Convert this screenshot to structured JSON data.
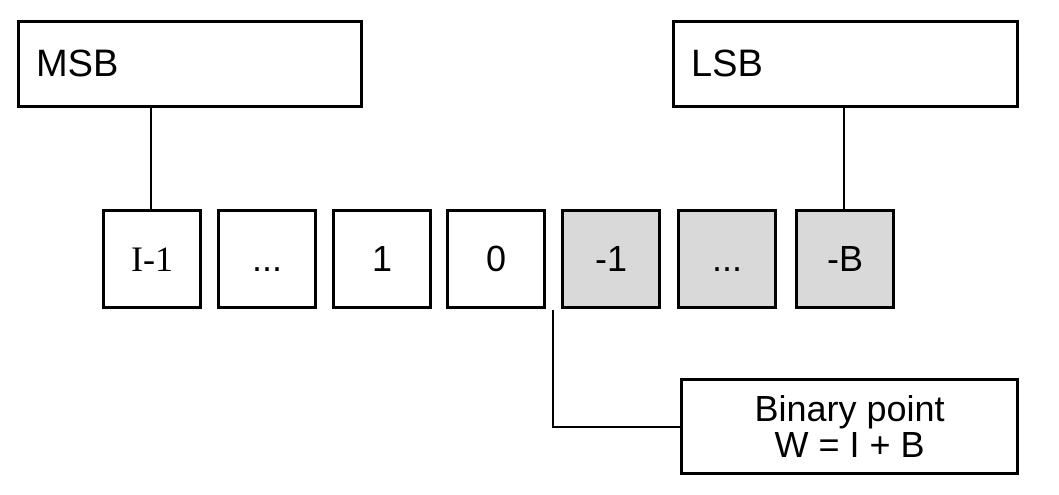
{
  "labels": {
    "msb": "MSB",
    "lsb": "LSB"
  },
  "bits": [
    {
      "text": "I-1",
      "fractional": false
    },
    {
      "text": "...",
      "fractional": false
    },
    {
      "text": "1",
      "fractional": false
    },
    {
      "text": "0",
      "fractional": false
    },
    {
      "text": "-1",
      "fractional": true
    },
    {
      "text": "...",
      "fractional": true
    },
    {
      "text": "-B",
      "fractional": true
    }
  ],
  "note": {
    "line1": "Binary point",
    "line2": "W = I + B"
  },
  "colors": {
    "integer_fill": "#ffffff",
    "fraction_fill": "#d9d9d9",
    "stroke": "#000000"
  }
}
